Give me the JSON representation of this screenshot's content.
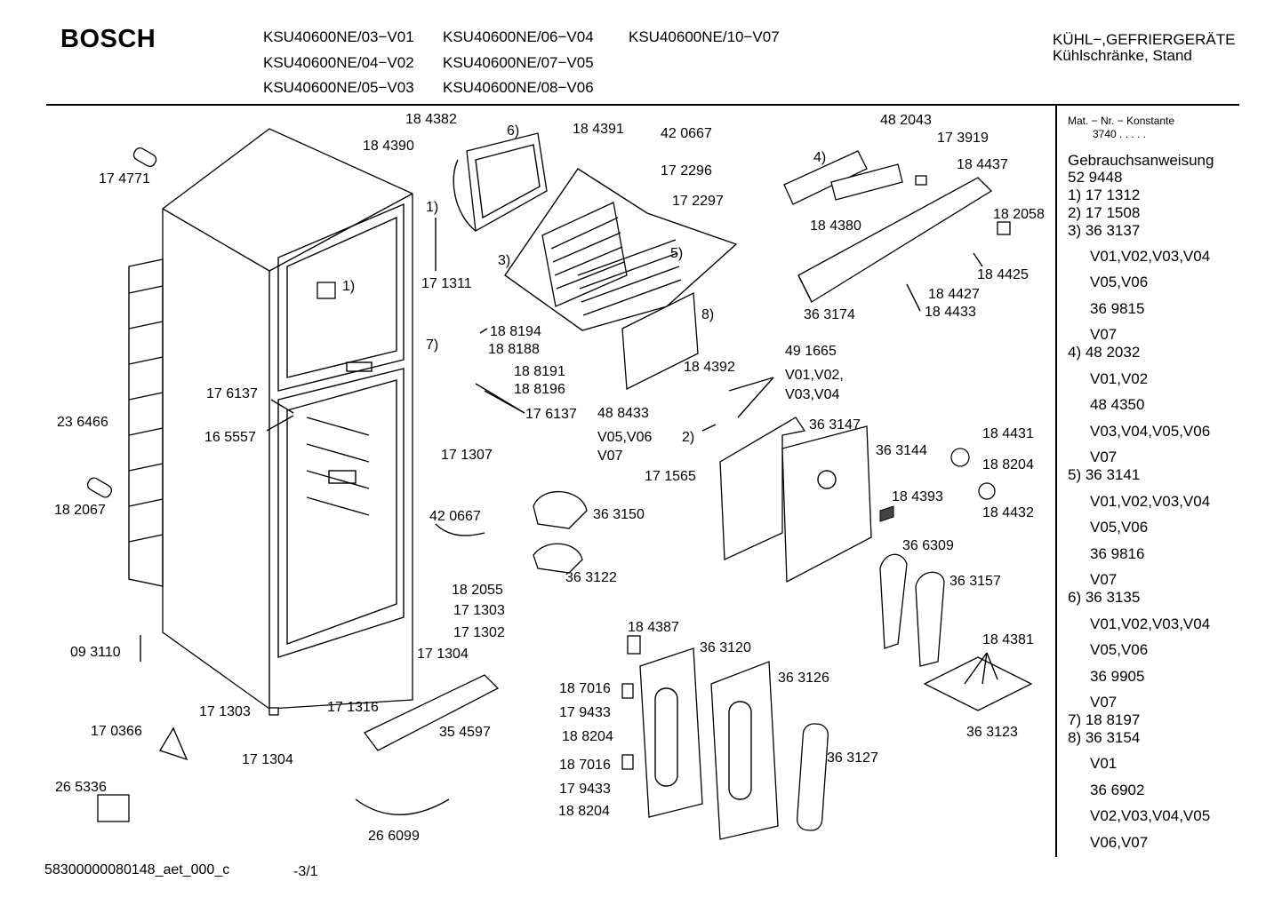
{
  "header": {
    "brand": "BOSCH",
    "models": [
      "KSU40600NE/03−V01",
      "KSU40600NE/06−V04",
      "KSU40600NE/10−V07",
      "KSU40600NE/04−V02",
      "KSU40600NE/07−V05",
      "KSU40600NE/05−V03",
      "KSU40600NE/08−V06"
    ],
    "category_line1": "KÜHL−,GEFRIERGERÄTE",
    "category_line2": "Kühlschränke, Stand"
  },
  "labels": [
    "18 4382",
    "6)",
    "18 4390",
    "18 4391",
    "42 0667",
    "17 2296",
    "17 2297",
    "48 2043",
    "17 3919",
    "4)",
    "18 4437",
    "17 4771",
    "1)",
    "3)",
    "5)",
    "18 4380",
    "18 2058",
    "17 1311",
    "1)",
    "18 4425",
    "18 4427",
    "18 4433",
    "36 3174",
    "8)",
    "18 8194",
    "7)",
    "18 8188",
    "18 8191",
    "18 8196",
    "17 6137",
    "17 6137",
    "16 5557",
    "49 1665",
    "18 4392",
    "V01,V02,",
    "V03,V04",
    "48 8433",
    "V05,V06",
    "V07",
    "2)",
    "23 6466",
    "36 3147",
    "17 1307",
    "17 1565",
    "36 3144",
    "18 4431",
    "18 8204",
    "18 2067",
    "42 0667",
    "36 3150",
    "18 4393",
    "18 4432",
    "36 6309",
    "36 3122",
    "36 3157",
    "18 2055",
    "17 1303",
    "17 1302",
    "18 4387",
    "36 3120",
    "18 4381",
    "09 3110",
    "17 1304",
    "36 3126",
    "18 7016",
    "17 1303",
    "17 1316",
    "35 4597",
    "17 9433",
    "36 3123",
    "17 0366",
    "18 8204",
    "17 1304",
    "18 7016",
    "36 3127",
    "26 5336",
    "17 9433",
    "18 8204",
    "26 6099"
  ],
  "sidebar": {
    "const_label": "Mat. − Nr. − Konstante",
    "const_value": "3740  .  .  .  .  .",
    "lines": [
      "Gebrauchsanweisung",
      "52 9448",
      "1)  17 1312",
      "2)  17 1508",
      "3)  36 3137",
      "V01,V02,V03,V04",
      "V05,V06",
      "36 9815",
      "V07",
      "4)  48 2032",
      "V01,V02",
      "48 4350",
      "V03,V04,V05,V06",
      "V07",
      "5)  36 3141",
      "V01,V02,V03,V04",
      "V05,V06",
      "36 9816",
      "V07",
      "6)  36 3135",
      "V01,V02,V03,V04",
      "V05,V06",
      "36 9905",
      "V07",
      "7)  18 8197",
      "8)  36 3154",
      "V01",
      "36 6902",
      "V02,V03,V04,V05",
      "V06,V07"
    ]
  },
  "footer": {
    "doc_id": "58300000080148_aet_000_c",
    "page": "-3/1"
  }
}
